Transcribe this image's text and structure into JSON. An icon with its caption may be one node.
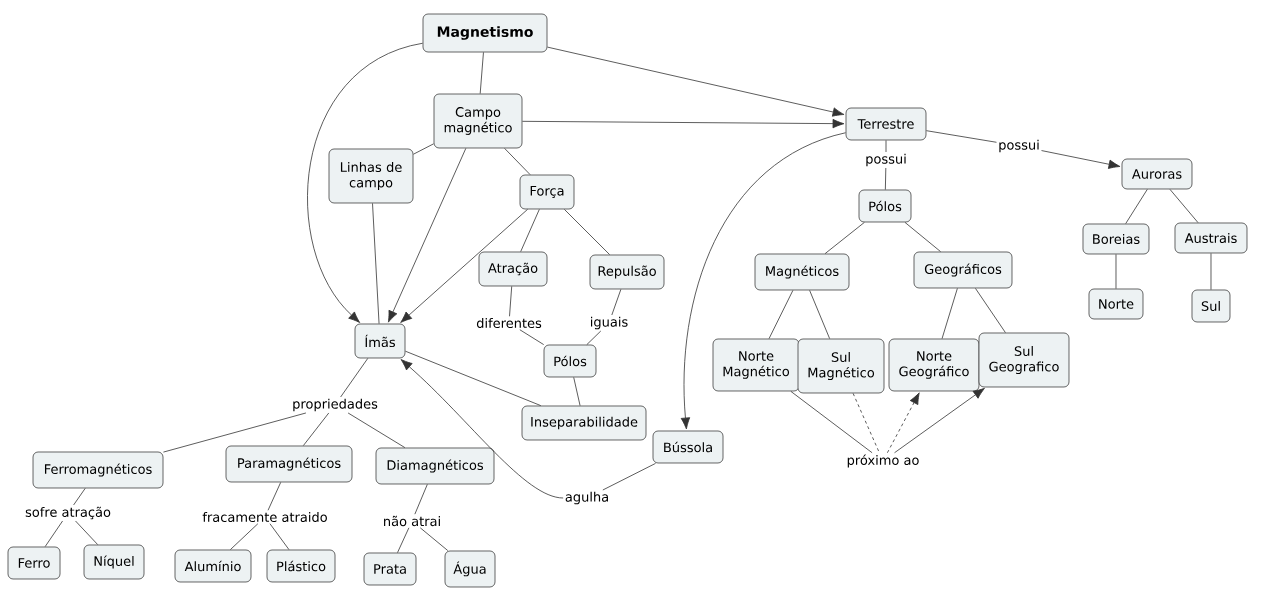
{
  "diagram": {
    "nodes": [
      {
        "text": [
          "Magnetismo"
        ]
      },
      {
        "text": [
          "Campo magnético"
        ]
      },
      {
        "text": [
          "Linhas de campo"
        ]
      },
      {
        "text": [
          "Força"
        ]
      },
      {
        "text": [
          "Atração"
        ]
      },
      {
        "text": [
          "Repulsão"
        ]
      },
      {
        "text": [
          "diferentes"
        ]
      },
      {
        "text": [
          "iguais"
        ]
      },
      {
        "text": [
          "Pólos"
        ]
      },
      {
        "text": [
          "Ímãs"
        ]
      },
      {
        "text": [
          "Inseparabilidade"
        ]
      },
      {
        "text": [
          "propriedades"
        ]
      },
      {
        "text": [
          "Ferromagnéticos"
        ]
      },
      {
        "text": [
          "Paramagnéticos"
        ]
      },
      {
        "text": [
          "Diamagnéticos"
        ]
      },
      {
        "text": [
          "sofre atração"
        ]
      },
      {
        "text": [
          "fracamente atraido"
        ]
      },
      {
        "text": [
          "não atrai"
        ]
      },
      {
        "text": [
          "Ferro"
        ]
      },
      {
        "text": [
          "Níquel"
        ]
      },
      {
        "text": [
          "Alumínio"
        ]
      },
      {
        "text": [
          "Plástico"
        ]
      },
      {
        "text": [
          "Prata"
        ]
      },
      {
        "text": [
          "Água"
        ]
      },
      {
        "text": [
          "Bússola"
        ]
      },
      {
        "text": [
          "agulha"
        ]
      },
      {
        "text": [
          "Terrestre"
        ]
      },
      {
        "text": [
          "possui"
        ]
      },
      {
        "text": [
          "possui"
        ]
      },
      {
        "text": [
          "Pólos"
        ]
      },
      {
        "text": [
          "Auroras"
        ]
      },
      {
        "text": [
          "Magnéticos"
        ]
      },
      {
        "text": [
          "Geográficos"
        ]
      },
      {
        "text": [
          "Boreias"
        ]
      },
      {
        "text": [
          "Austrais"
        ]
      },
      {
        "text": [
          "Norte Magnético"
        ]
      },
      {
        "text": [
          "Sul Magnético"
        ]
      },
      {
        "text": [
          "Norte Geográfico"
        ]
      },
      {
        "text": [
          "Sul Geografico"
        ]
      },
      {
        "text": [
          "próximo ao"
        ]
      },
      {
        "text": [
          "Norte"
        ]
      },
      {
        "text": [
          "Sul"
        ]
      }
    ],
    "edges": [
      {
        "from": 0,
        "to": 9,
        "arrow": "to"
      },
      {
        "from": 0,
        "to": 1,
        "arrow": "none"
      },
      {
        "from": 0,
        "to": 26,
        "arrow": "to"
      },
      {
        "from": 1,
        "to": 26,
        "arrow": "to"
      },
      {
        "from": 1,
        "to": 2,
        "arrow": "none"
      },
      {
        "from": 1,
        "to": 9,
        "arrow": "to"
      },
      {
        "from": 2,
        "to": 9,
        "arrow": "none"
      },
      {
        "from": 1,
        "to": 3,
        "arrow": "none"
      },
      {
        "from": 3,
        "to": 9,
        "arrow": "to"
      },
      {
        "from": 3,
        "to": 4,
        "arrow": "none"
      },
      {
        "from": 3,
        "to": 5,
        "arrow": "none"
      },
      {
        "from": 4,
        "to": 6,
        "arrow": "none"
      },
      {
        "from": 6,
        "to": 8,
        "arrow": "none"
      },
      {
        "from": 5,
        "to": 7,
        "arrow": "none"
      },
      {
        "from": 7,
        "to": 8,
        "arrow": "none"
      },
      {
        "from": 8,
        "to": 10,
        "arrow": "none"
      },
      {
        "from": 10,
        "to": 9,
        "arrow": "none"
      },
      {
        "from": 9,
        "to": 11,
        "arrow": "none"
      },
      {
        "from": 11,
        "to": 12,
        "arrow": "none"
      },
      {
        "from": 11,
        "to": 13,
        "arrow": "none"
      },
      {
        "from": 11,
        "to": 14,
        "arrow": "none"
      },
      {
        "from": 12,
        "to": 15,
        "arrow": "none"
      },
      {
        "from": 15,
        "to": 18,
        "arrow": "none"
      },
      {
        "from": 15,
        "to": 19,
        "arrow": "none"
      },
      {
        "from": 13,
        "to": 16,
        "arrow": "none"
      },
      {
        "from": 16,
        "to": 20,
        "arrow": "none"
      },
      {
        "from": 16,
        "to": 21,
        "arrow": "none"
      },
      {
        "from": 14,
        "to": 17,
        "arrow": "none"
      },
      {
        "from": 17,
        "to": 22,
        "arrow": "none"
      },
      {
        "from": 17,
        "to": 23,
        "arrow": "none"
      },
      {
        "from": 24,
        "to": 25,
        "arrow": "none"
      },
      {
        "from": 25,
        "to": 9,
        "arrow": "to"
      },
      {
        "from": 26,
        "to": 24,
        "arrow": "to"
      },
      {
        "from": 26,
        "to": 27,
        "arrow": "none"
      },
      {
        "from": 27,
        "to": 29,
        "arrow": "none"
      },
      {
        "from": 26,
        "to": 28,
        "arrow": "none"
      },
      {
        "from": 28,
        "to": 30,
        "arrow": "to"
      },
      {
        "from": 29,
        "to": 31,
        "arrow": "none"
      },
      {
        "from": 29,
        "to": 32,
        "arrow": "none"
      },
      {
        "from": 31,
        "to": 35,
        "arrow": "none"
      },
      {
        "from": 31,
        "to": 36,
        "arrow": "none"
      },
      {
        "from": 32,
        "to": 37,
        "arrow": "none"
      },
      {
        "from": 32,
        "to": 38,
        "arrow": "none"
      },
      {
        "from": 35,
        "to": 39,
        "arrow": "none"
      },
      {
        "from": 36,
        "to": 39,
        "arrow": "none",
        "style": "dashed"
      },
      {
        "from": 39,
        "to": 37,
        "arrow": "to",
        "style": "dashed"
      },
      {
        "from": 39,
        "to": 38,
        "arrow": "to"
      },
      {
        "from": 30,
        "to": 33,
        "arrow": "none"
      },
      {
        "from": 30,
        "to": 34,
        "arrow": "none"
      },
      {
        "from": 33,
        "to": 40,
        "arrow": "none"
      },
      {
        "from": 34,
        "to": 41,
        "arrow": "none"
      }
    ]
  }
}
